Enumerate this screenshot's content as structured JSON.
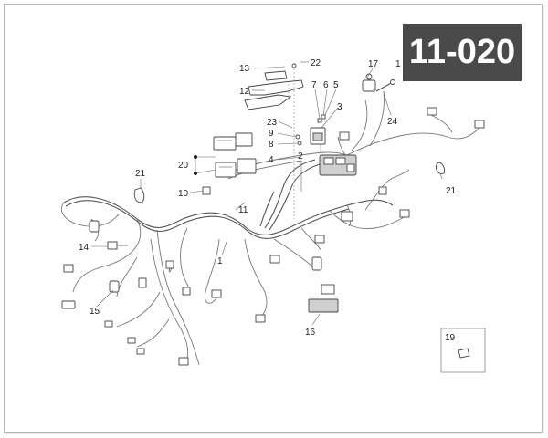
{
  "diagram_code": "11-020",
  "callouts": [
    {
      "id": "c13",
      "text": "13"
    },
    {
      "id": "c22",
      "text": "22"
    },
    {
      "id": "c17",
      "text": "17"
    },
    {
      "id": "c1top",
      "text": "1"
    },
    {
      "id": "c12",
      "text": "12"
    },
    {
      "id": "c7",
      "text": "7"
    },
    {
      "id": "c6",
      "text": "6"
    },
    {
      "id": "c5",
      "text": "5"
    },
    {
      "id": "c3",
      "text": "3"
    },
    {
      "id": "c23",
      "text": "23"
    },
    {
      "id": "c24",
      "text": "24"
    },
    {
      "id": "c9",
      "text": "9"
    },
    {
      "id": "c8",
      "text": "8"
    },
    {
      "id": "c4",
      "text": "4"
    },
    {
      "id": "c2",
      "text": "2"
    },
    {
      "id": "c20",
      "text": "20"
    },
    {
      "id": "c21l",
      "text": "21"
    },
    {
      "id": "c21r",
      "text": "21"
    },
    {
      "id": "c10",
      "text": "10"
    },
    {
      "id": "c11",
      "text": "11"
    },
    {
      "id": "c14",
      "text": "14"
    },
    {
      "id": "c1mid",
      "text": "1"
    },
    {
      "id": "c15",
      "text": "15"
    },
    {
      "id": "c16",
      "text": "16"
    },
    {
      "id": "c19",
      "text": "19"
    }
  ]
}
